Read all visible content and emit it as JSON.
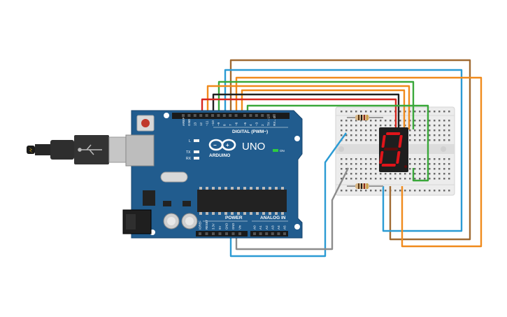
{
  "board": {
    "brand_name": "UNO",
    "arduino_label": "ARDUINO",
    "digital_header_label": "DIGITAL (PWM~)",
    "analog_header_label": "ANALOG IN",
    "power_header_label": "POWER",
    "on_led_label": "ON",
    "led_labels": {
      "l": "L",
      "tx": "TX",
      "rx": "RX"
    },
    "digital_pins": [
      "AREF",
      "GND",
      "13",
      "12",
      "~11",
      "~10",
      "~9",
      "8",
      "7",
      "~6",
      "~5",
      "4",
      "~3",
      "2",
      "TX→1",
      "RX←0"
    ],
    "power_pins": [
      "IOREF",
      "RESET",
      "3.3V",
      "5V",
      "GND",
      "GND",
      "Vin"
    ],
    "analog_pins": [
      "A0",
      "A1",
      "A2",
      "A3",
      "A4",
      "A5"
    ]
  },
  "display": {
    "digit_shown": "0",
    "segment_color": "#e0141a",
    "segment_off_color": "#5a0c0c"
  },
  "colors": {
    "board": "#215c8e",
    "breadboard": "#f1f1f1",
    "wire_brown": "#a06a32",
    "wire_blue": "#2b9bd4",
    "wire_green": "#3aa83a",
    "wire_orange": "#f08a1c",
    "wire_red": "#d7261e",
    "wire_black": "#202020",
    "wire_gray": "#8c8c8c"
  }
}
